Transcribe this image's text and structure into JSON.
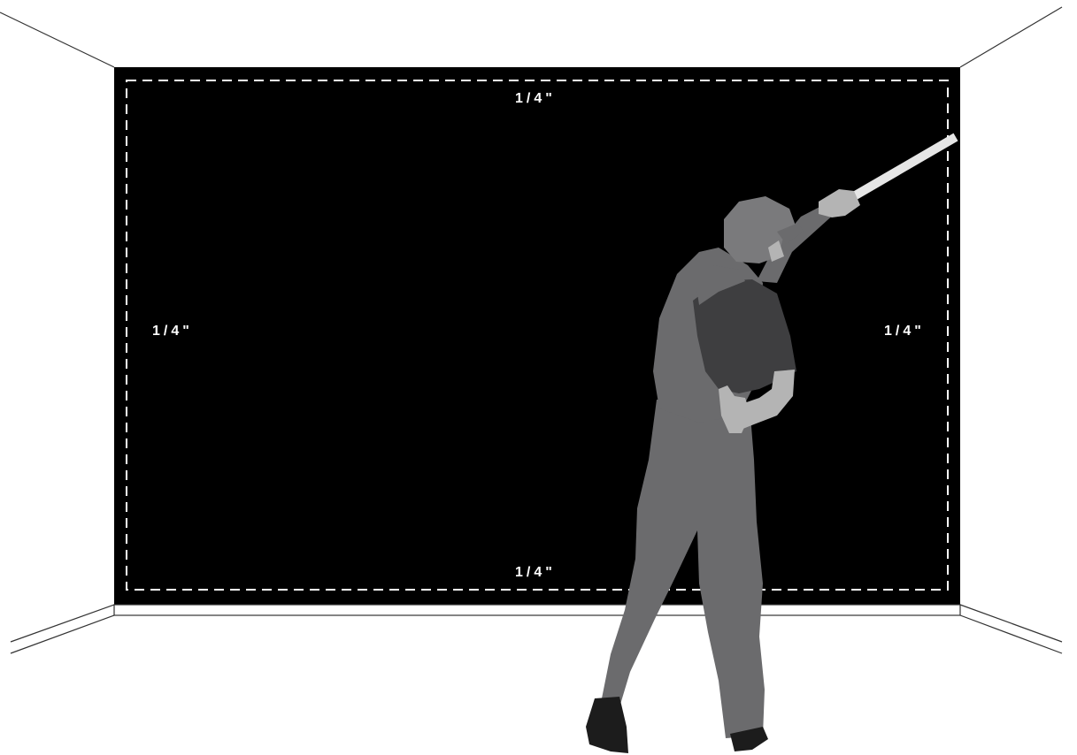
{
  "colors": {
    "background": "#ffffff",
    "wall": "#000000",
    "guide_line": "#ffffff",
    "baseboard": "#ffffff",
    "room_edges": "#333333",
    "figure_overalls": "#6b6b6d",
    "figure_shirt": "#3e3e40",
    "figure_cap": "#7a7a7c",
    "figure_skin": "#b4b4b4",
    "figure_boots": "#1c1c1c",
    "roller_pole": "#e6e6e6"
  },
  "labels": {
    "top": "1/4\"",
    "bottom": "1/4\"",
    "left": "1/4\"",
    "right": "1/4\""
  },
  "figure": {
    "icon": "painter-with-roller-pole-icon"
  }
}
